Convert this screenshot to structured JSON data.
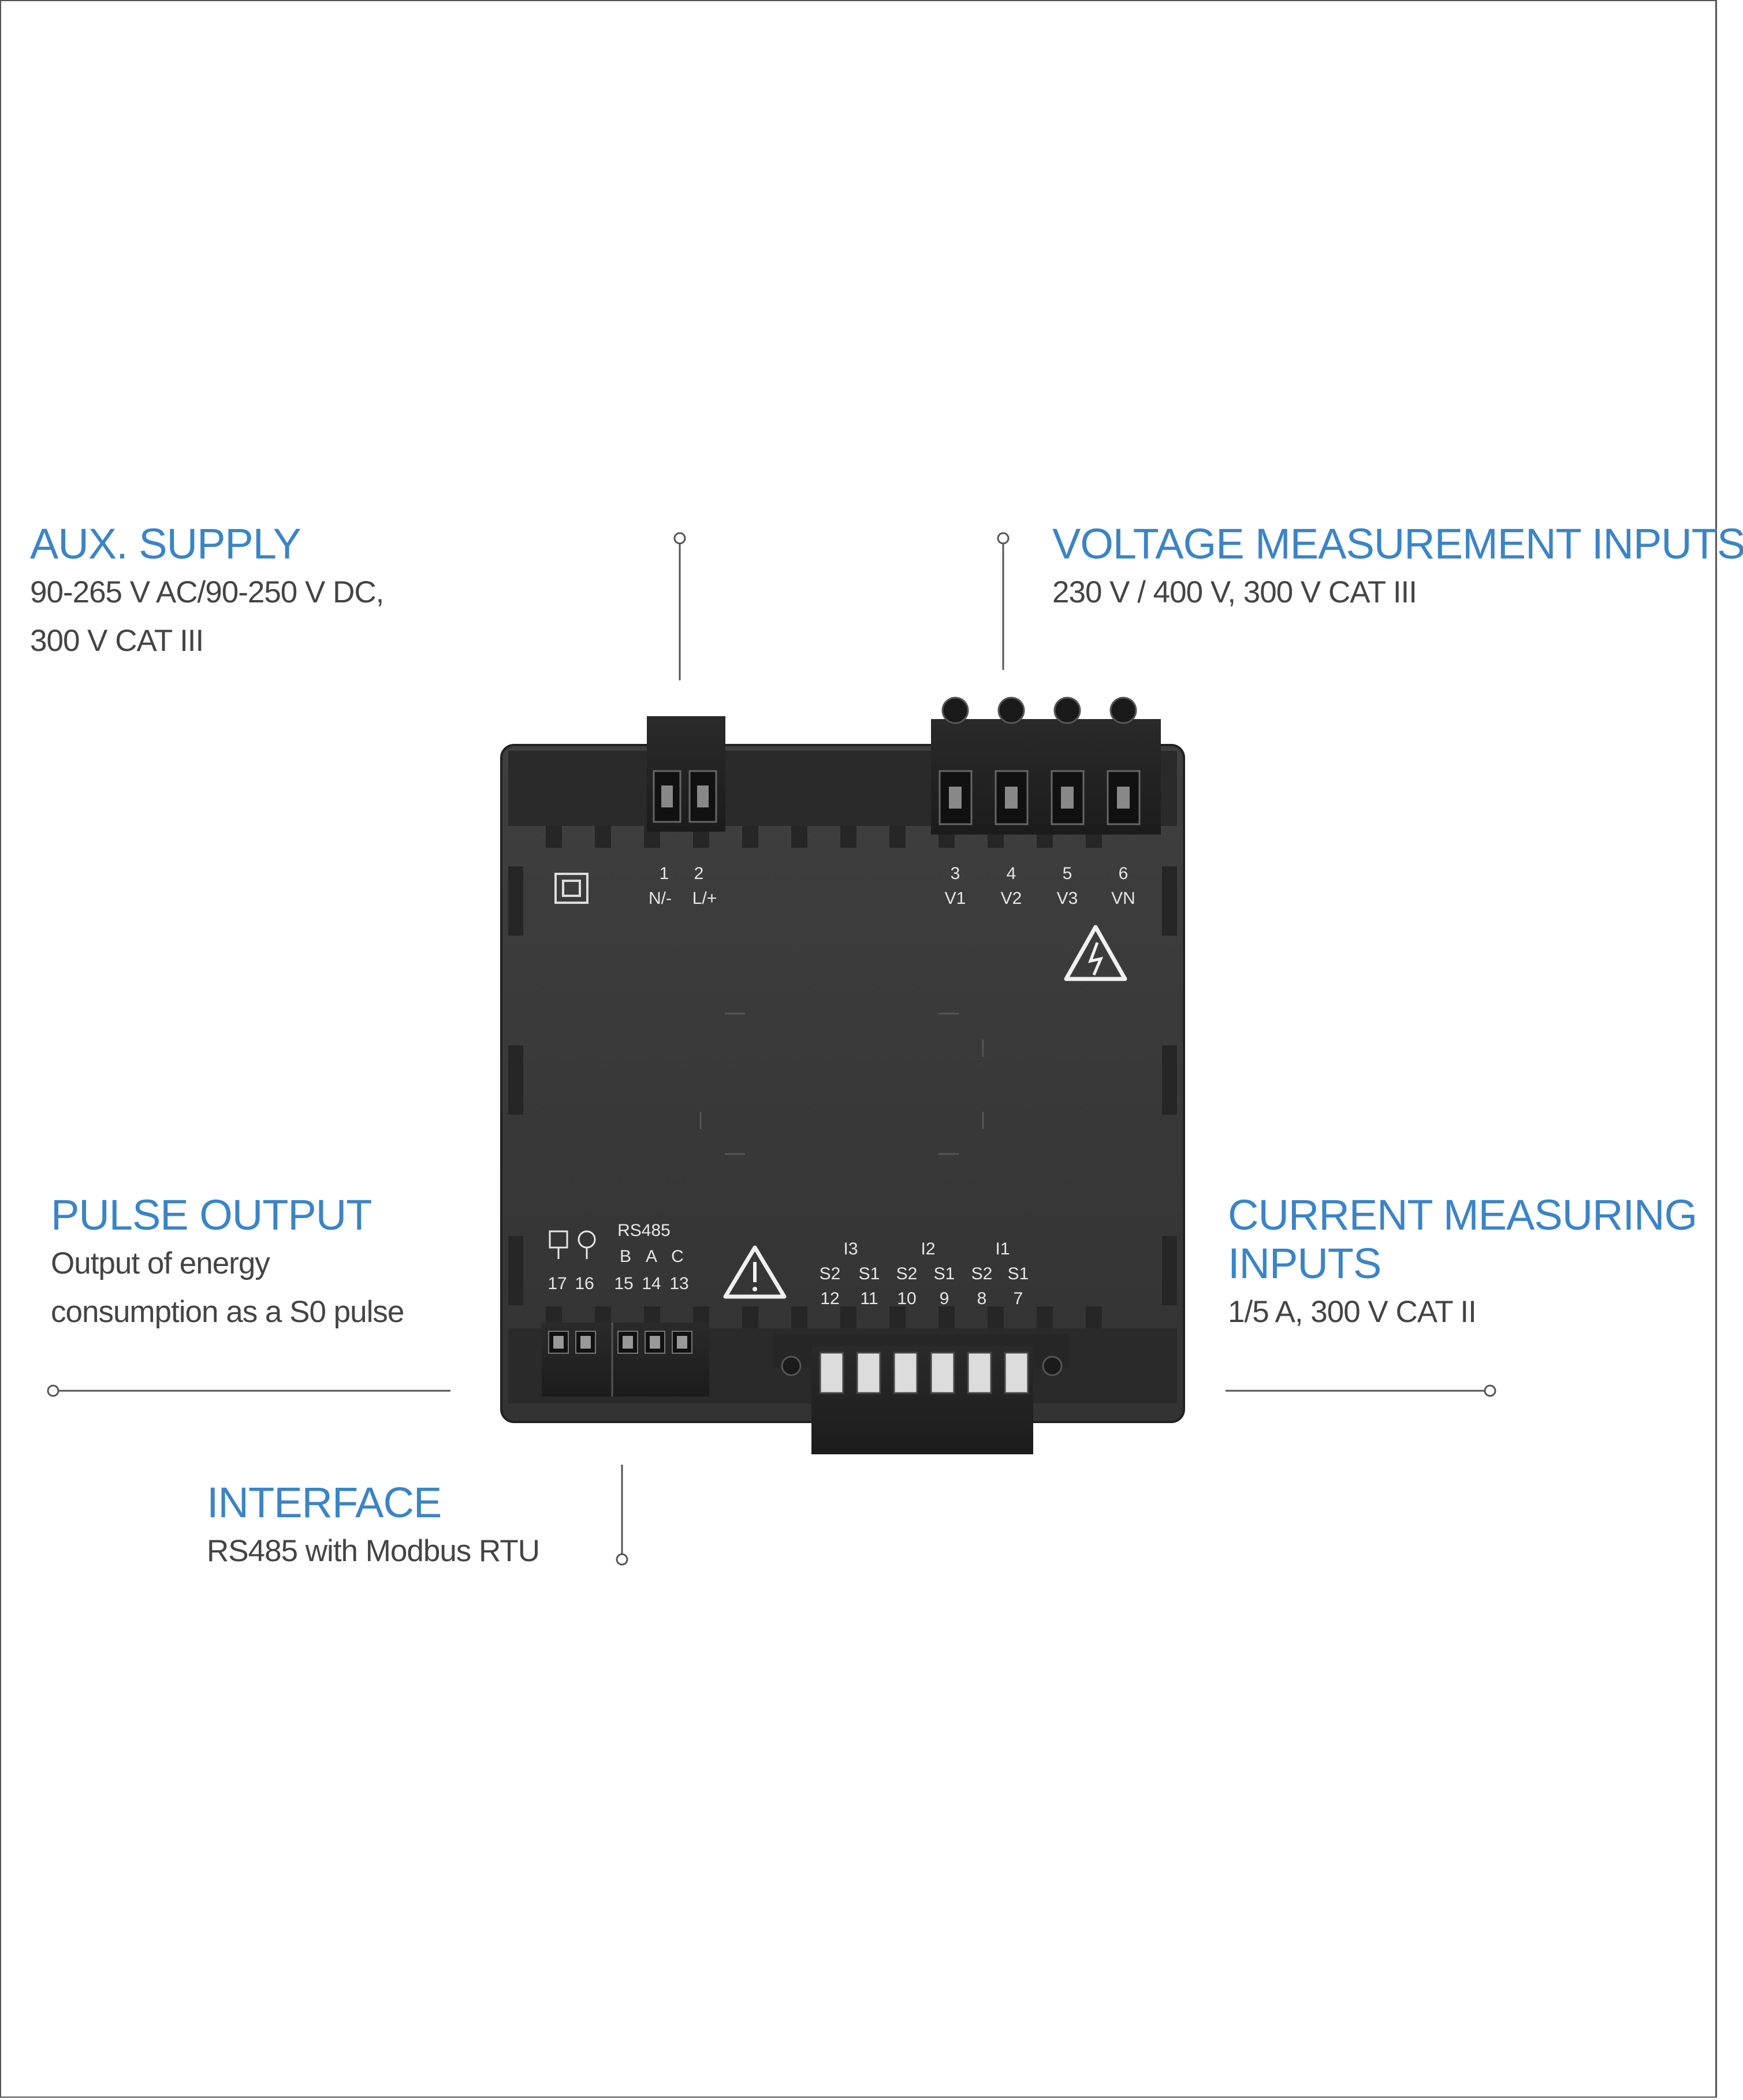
{
  "callouts": {
    "aux_supply": {
      "title": "AUX. SUPPLY",
      "desc_line1": "90-265 V AC/90-250 V DC,",
      "desc_line2": "300 V CAT III"
    },
    "voltage_inputs": {
      "title": "VOLTAGE MEASUREMENT INPUTS",
      "desc_line1": "230 V / 400 V, 300 V CAT III"
    },
    "pulse_output": {
      "title": "PULSE OUTPUT",
      "desc_line1": "Output of energy",
      "desc_line2": "consumption as a S0 pulse"
    },
    "current_inputs": {
      "title_line1": "CURRENT MEASURING",
      "title_line2": "INPUTS",
      "desc_line1": "1/5 A, 300 V CAT II"
    },
    "interface": {
      "title": "INTERFACE",
      "desc_line1": "RS485 with Modbus RTU"
    }
  },
  "device": {
    "top_terminal_numbers": [
      "1",
      "2"
    ],
    "top_terminal_labels": [
      "N/-",
      "L/+"
    ],
    "voltage_terminal_numbers": [
      "3",
      "4",
      "5",
      "6"
    ],
    "voltage_terminal_labels": [
      "V1",
      "V2",
      "V3",
      "VN"
    ],
    "rs485_label": "RS485",
    "rs485_pins": [
      "B",
      "A",
      "C"
    ],
    "bottom_left_numbers": [
      "17",
      "16",
      "15",
      "14",
      "13"
    ],
    "current_group_labels": [
      "I3",
      "I2",
      "I1"
    ],
    "current_pin_labels": [
      "S2",
      "S1",
      "S2",
      "S1",
      "S2",
      "S1"
    ],
    "current_numbers": [
      "12",
      "11",
      "10",
      "9",
      "8",
      "7"
    ]
  },
  "colors": {
    "accent": "#3b84c6",
    "body": "#3a3a3a",
    "text": "#444444"
  }
}
